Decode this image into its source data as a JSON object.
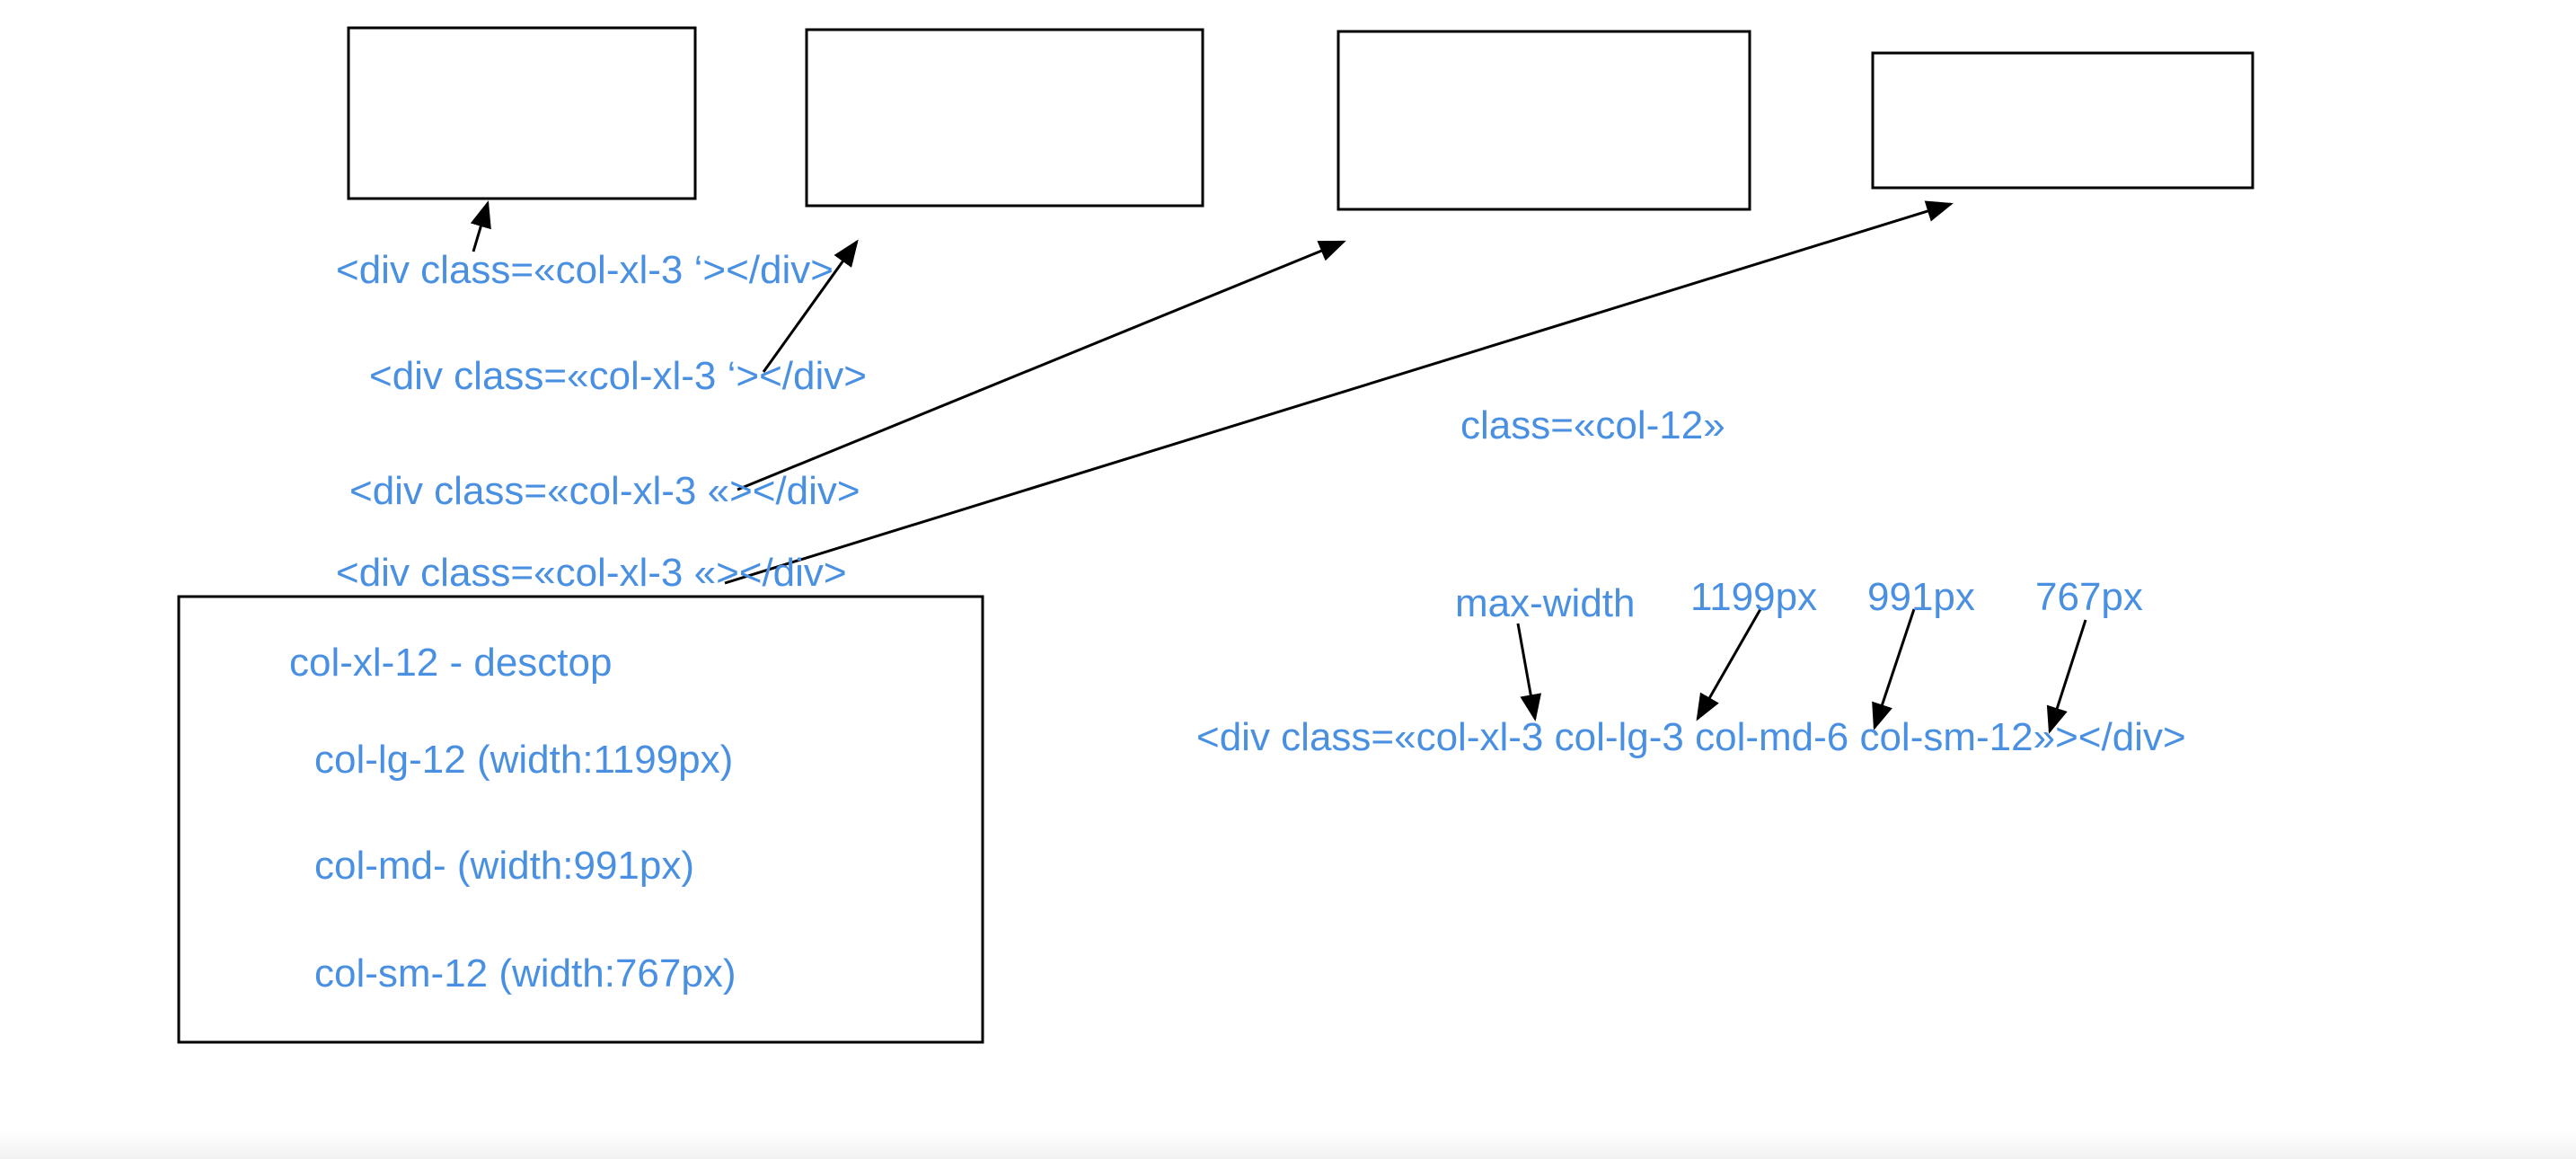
{
  "colors": {
    "text": "#4a90e2",
    "stroke": "#000000",
    "background": "#ffffff"
  },
  "labels": {
    "code_line_1": "<div class=«col-xl-3  ‘></div>",
    "code_line_2": "<div class=«col-xl-3  ‘></div>",
    "code_line_3": "<div class=«col-xl-3   «></div>",
    "code_line_4": "<div class=«col-xl-3   «></div>",
    "row_class": "class=«col-12»",
    "max_width": "max-width",
    "bp_lg": "1199px",
    "bp_md": "991px",
    "bp_sm": "767px",
    "responsive_code": "<div class=«col-xl-3 col-lg-3 col-md-6 col-sm-12»></div>"
  },
  "legend": {
    "items": [
      "col-xl-12 - desctop",
      "col-lg-12 (width:1199px)",
      "col-md- (width:991px)",
      "col-sm-12 (width:767px)"
    ]
  }
}
